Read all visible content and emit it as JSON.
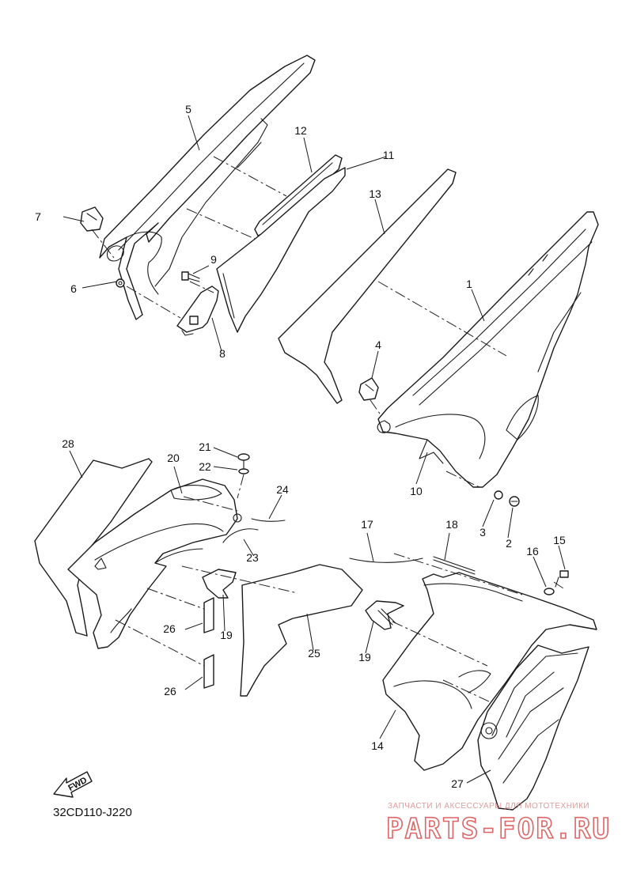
{
  "diagram": {
    "code": "32CD110-J220",
    "fwd_label": "FWD",
    "callouts": [
      {
        "id": "c1",
        "label": "1"
      },
      {
        "id": "c2",
        "label": "2"
      },
      {
        "id": "c3",
        "label": "3"
      },
      {
        "id": "c4",
        "label": "4"
      },
      {
        "id": "c5",
        "label": "5"
      },
      {
        "id": "c6",
        "label": "6"
      },
      {
        "id": "c7",
        "label": "7"
      },
      {
        "id": "c8",
        "label": "8"
      },
      {
        "id": "c9",
        "label": "9"
      },
      {
        "id": "c10",
        "label": "10"
      },
      {
        "id": "c11",
        "label": "11"
      },
      {
        "id": "c12",
        "label": "12"
      },
      {
        "id": "c13",
        "label": "13"
      },
      {
        "id": "c14",
        "label": "14"
      },
      {
        "id": "c15",
        "label": "15"
      },
      {
        "id": "c16",
        "label": "16"
      },
      {
        "id": "c17",
        "label": "17"
      },
      {
        "id": "c18",
        "label": "18"
      },
      {
        "id": "c19a",
        "label": "19"
      },
      {
        "id": "c19b",
        "label": "19"
      },
      {
        "id": "c20",
        "label": "20"
      },
      {
        "id": "c21",
        "label": "21"
      },
      {
        "id": "c22",
        "label": "22"
      },
      {
        "id": "c23",
        "label": "23"
      },
      {
        "id": "c24",
        "label": "24"
      },
      {
        "id": "c25",
        "label": "25"
      },
      {
        "id": "c26a",
        "label": "26"
      },
      {
        "id": "c26b",
        "label": "26"
      },
      {
        "id": "c27",
        "label": "27"
      },
      {
        "id": "c28",
        "label": "28"
      }
    ]
  },
  "watermark": {
    "tagline": "ЗАПЧАСТИ И АКСЕССУАРЫ ДЛЯ МОТОТЕХНИКИ",
    "brand": "PARTS-FOR.RU",
    "color": "#d94b4b"
  }
}
